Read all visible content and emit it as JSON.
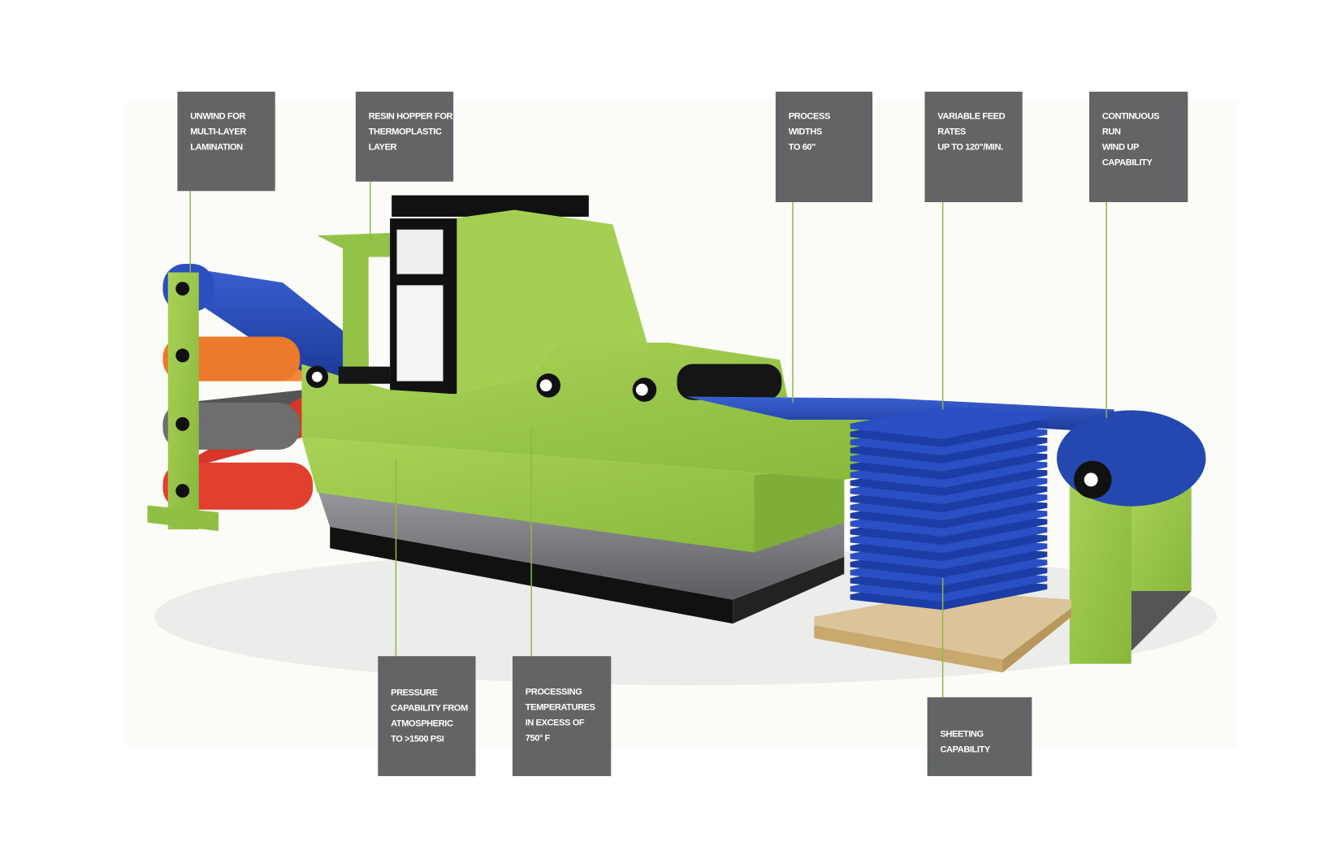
{
  "callouts": {
    "unwind": [
      "UNWIND FOR",
      "MULTI-LAYER",
      "LAMINATION"
    ],
    "resin_hopper": [
      "RESIN HOPPER FOR",
      "THERMOPLASTIC",
      "LAYER"
    ],
    "process_widths": [
      "PROCESS",
      "WIDTHS",
      "TO 60\""
    ],
    "feed_rates": [
      "VARIABLE FEED",
      "RATES",
      "UP TO 120\"/MIN."
    ],
    "wind_up": [
      "CONTINUOUS",
      "RUN",
      "WIND UP",
      "CAPABILITY"
    ],
    "pressure": [
      "PRESSURE",
      "CAPABILITY FROM",
      "ATMOSPHERIC",
      "TO >1500 PSI"
    ],
    "temperature": [
      "PROCESSING",
      "TEMPERATURES",
      "IN EXCESS OF",
      "750° F"
    ],
    "sheeting": [
      "SHEETING",
      "CAPABILITY"
    ]
  },
  "colors": {
    "callout_bg": "#636466",
    "leader_line": "#8db84a",
    "machine_green": "#9cc84b",
    "film_blue": "#2447b0",
    "roll_orange": "#ec7a2c",
    "roll_gray": "#6b6b6b",
    "roll_red": "#d9352a",
    "pallet_wood": "#dcc49a"
  }
}
